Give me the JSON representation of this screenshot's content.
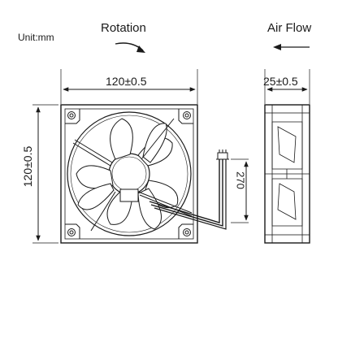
{
  "labels": {
    "unit": "Unit:mm",
    "rotation": "Rotation",
    "air_flow": "Air Flow",
    "width": "120±0.5",
    "depth": "25±0.5",
    "height": "120±0.5",
    "cable_length": "270"
  },
  "icons": {
    "rotation": "curved-arrow-icon",
    "air_flow": "left-arrow-icon"
  },
  "colors": {
    "line": "#1a1a1a",
    "background": "#ffffff"
  }
}
